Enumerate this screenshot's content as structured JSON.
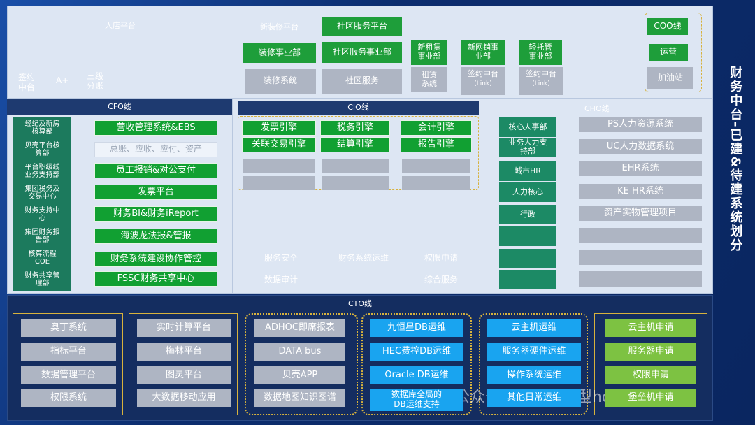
{
  "side_title": "财务中台-已建&待建系统划分",
  "top": {
    "store_platform": "人店平台",
    "sign_center": "签约\n中台",
    "a_plus": "A+",
    "level3": "三级\n分账",
    "reno_platform": "新装修平台",
    "reno_dept": "装修事业部",
    "reno_system": "装修系统",
    "community_platform": "社区服务平台",
    "community_dept": "社区服务事业部",
    "community_service": "社区服务",
    "rental_dept": "新租赁\n事业部",
    "rental_system": "租赁\n系统",
    "network_dept": "新网销事\n业部",
    "network_sign": "签约中台",
    "network_link": "(Link)",
    "trust_dept": "轻托管\n事业部",
    "trust_sign": "签约中台",
    "trust_link": "(Link)",
    "coo_line": "COO线",
    "ops": "运营",
    "gas": "加油站"
  },
  "cfo": {
    "header": "CFO线",
    "left_items": [
      "经纪及新房\n核算部",
      "贝壳平台核\n算部",
      "平台职级线\n业务支持部",
      "集团税务及\n交易中心",
      "财务支持中\n心",
      "集团财务报\n告部",
      "核算流程\nCOE",
      "财务共享管\n理部"
    ],
    "right_items": [
      "营收管理系统&EBS",
      "总账、应收、应付、资产",
      "员工报销&对公支付",
      "发票平台",
      "财务BI&财务iReport",
      "海波龙法报&管报",
      "财务系统建设协作管控",
      "FSSC财务共享中心"
    ]
  },
  "cio": {
    "header": "CIO线",
    "col1": [
      "发票引擎",
      "关联交易引擎"
    ],
    "col2": [
      "税务引擎",
      "结算引擎"
    ],
    "col3": [
      "会计引擎",
      "报告引擎"
    ],
    "bottom": [
      "服务安全",
      "财务系统运维",
      "权限申请",
      "数据审计",
      "综合服务"
    ]
  },
  "cho": {
    "header": "CHO线",
    "left_items": [
      "核心人事部",
      "业务人力支\n持部",
      "城市HR",
      "人力核心",
      "行政"
    ],
    "right_items": [
      "PS人力资源系统",
      "UC人力数据系统",
      "EHR系统",
      "KE HR系统",
      "资产实物管理项目"
    ]
  },
  "cto": {
    "header": "CTO线",
    "col1": [
      "奥丁系统",
      "指标平台",
      "数据管理平台",
      "权限系统"
    ],
    "col2": [
      "实时计算平台",
      "梅林平台",
      "图灵平台",
      "大数据移动应用"
    ],
    "col3": [
      "ADHOC即席报表",
      "DATA bus",
      "贝壳APP",
      "数据地图知识图谱"
    ],
    "col4": [
      "九恒星DB运维",
      "HEC费控DB运维",
      "Oracle DB运维",
      "数据库全局的\nDB运维支持"
    ],
    "col5": [
      "云主机运维",
      "服务器硬件运维",
      "操作系统运维",
      "其他日常运维"
    ],
    "col6": [
      "云主机申请",
      "服务器申请",
      "权限申请",
      "堡垒机申请"
    ]
  },
  "watermark": "公众号 · 数字化转型home",
  "colors": {
    "accent_green": "#1e9e3a",
    "accent_blue": "#19a4f0",
    "accent_lime": "#7dc242",
    "gold": "#d7b23d",
    "navy": "#0c2d6e"
  }
}
